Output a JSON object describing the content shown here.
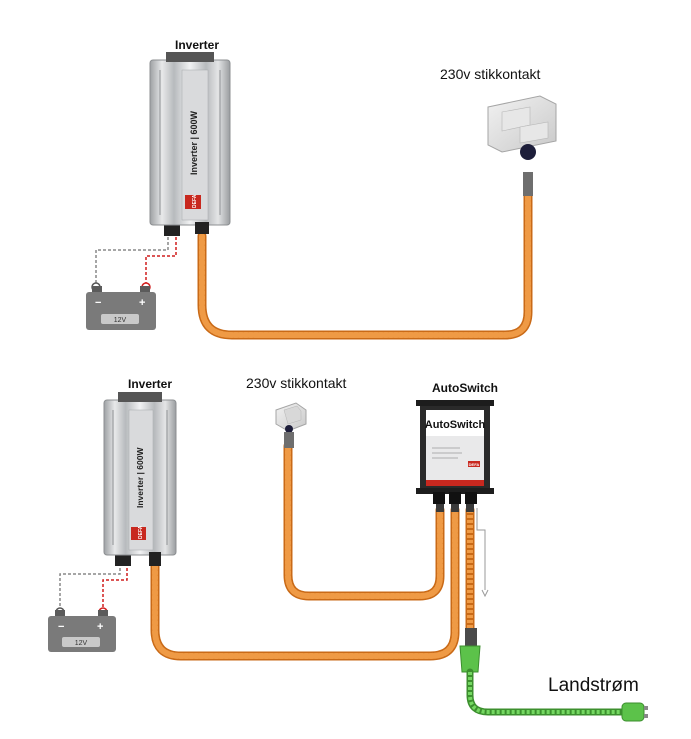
{
  "top": {
    "inverter_title": "Inverter",
    "inverter_model": "Inverter | 600W",
    "inverter_badge": "DEFA",
    "outlet_title": "230v stikkontakt",
    "battery_label": "12V",
    "battery_minus": "−",
    "battery_plus": "+"
  },
  "bottom": {
    "inverter_title": "Inverter",
    "inverter_model": "Inverter | 600W",
    "inverter_badge": "DEFA",
    "outlet_title": "230v stikkontakt",
    "autoswitch_title": "AutoSwitch",
    "autoswitch_brand": "AutoSwitch",
    "autoswitch_badge": "DEFA",
    "battery_label": "12V",
    "battery_minus": "−",
    "battery_plus": "+",
    "shore_power_label": "Landstrøm"
  },
  "colors": {
    "cable_orange": "#e8892c",
    "cable_green": "#5cc24a",
    "wire_red": "#d11f1f",
    "inverter_silver": "#c9cbcd",
    "battery_gray": "#7a7a7a",
    "autoswitch_dark": "#2a2a2a"
  }
}
